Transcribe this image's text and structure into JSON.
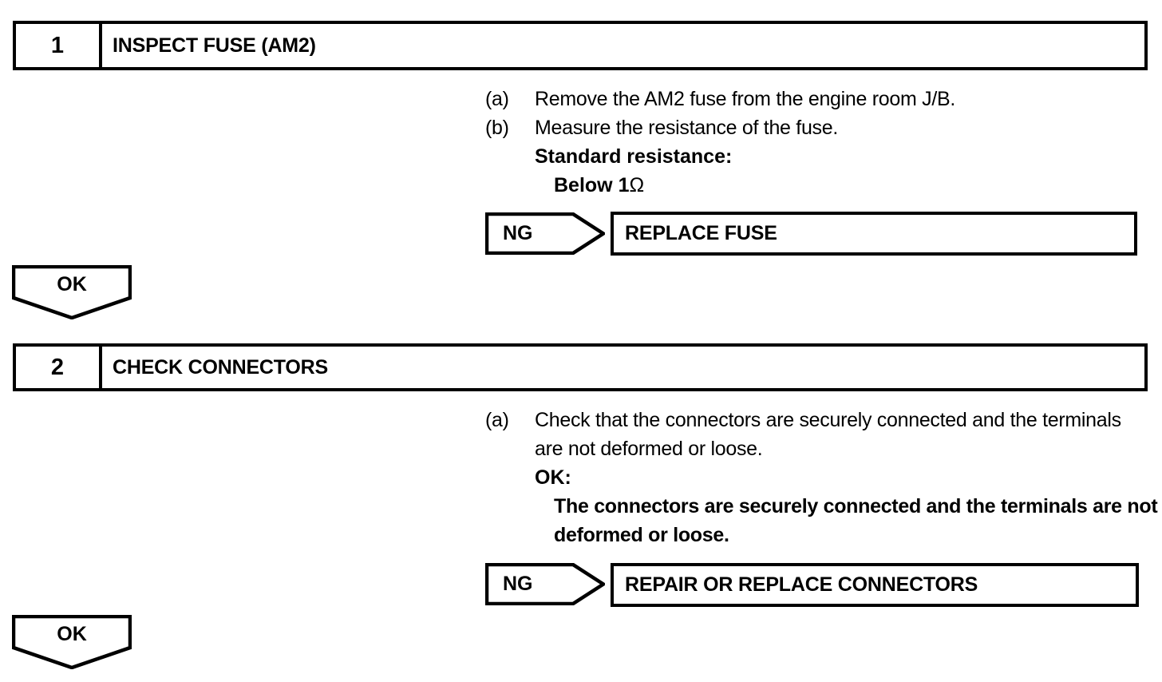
{
  "document": {
    "type": "troubleshooting-flowchart",
    "line_color": "#000000",
    "background_color": "#ffffff"
  },
  "steps": [
    {
      "number": "1",
      "title": "INSPECT FUSE (AM2)",
      "instructions": [
        {
          "label": "(a)",
          "text": "Remove the AM2 fuse from the engine room J/B."
        },
        {
          "label": "(b)",
          "text": "Measure the resistance of the fuse."
        }
      ],
      "spec_heading": "Standard resistance:",
      "spec_value_text": "Below 1 ",
      "spec_value_unit": "Ω",
      "ng": {
        "label": "NG",
        "result": "REPLACE FUSE"
      },
      "ok": {
        "label": "OK"
      }
    },
    {
      "number": "2",
      "title": "CHECK CONNECTORS",
      "instructions": [
        {
          "label": "(a)",
          "text": "Check that the connectors are securely connected and the terminals are not deformed or loose."
        }
      ],
      "spec_heading": "OK:",
      "spec_value_text": "The connectors are securely connected and the terminals are not deformed or loose.",
      "ng": {
        "label": "NG",
        "result": "REPAIR OR REPLACE CONNECTORS"
      },
      "ok": {
        "label": "OK"
      }
    }
  ]
}
